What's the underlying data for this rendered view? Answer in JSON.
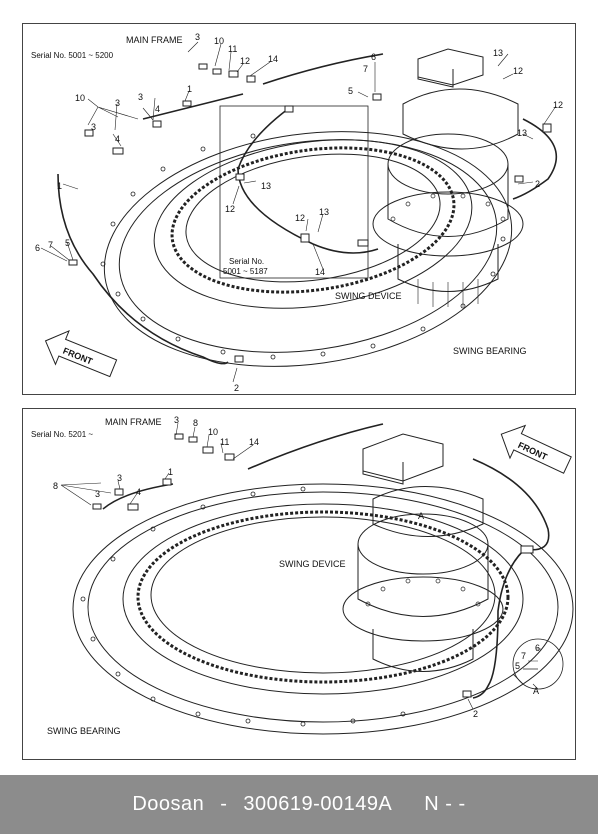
{
  "panel_top": {
    "serial": "Serial No. 5001 ~ 5200",
    "inset_serial_line1": "Serial No.",
    "inset_serial_line2": "5001 ~ 5187",
    "main_frame": "MAIN FRAME",
    "swing_device": "SWING DEVICE",
    "swing_bearing": "SWING BEARING",
    "front": "FRONT",
    "callouts": [
      "1",
      "2",
      "3",
      "4",
      "5",
      "6",
      "7",
      "8",
      "10",
      "11",
      "12",
      "13",
      "14"
    ]
  },
  "panel_bottom": {
    "serial": "Serial No. 5201 ~",
    "main_frame": "MAIN FRAME",
    "swing_device": "SWING DEVICE",
    "swing_bearing": "SWING BEARING",
    "front": "FRONT",
    "detail_label": "A",
    "callouts": [
      "1",
      "2",
      "3",
      "4",
      "5",
      "6",
      "7",
      "8",
      "10",
      "11",
      "14"
    ]
  },
  "footer": {
    "brand": "Doosan",
    "separator": "-",
    "part_number": "300619-00149A",
    "note": "N - -"
  }
}
